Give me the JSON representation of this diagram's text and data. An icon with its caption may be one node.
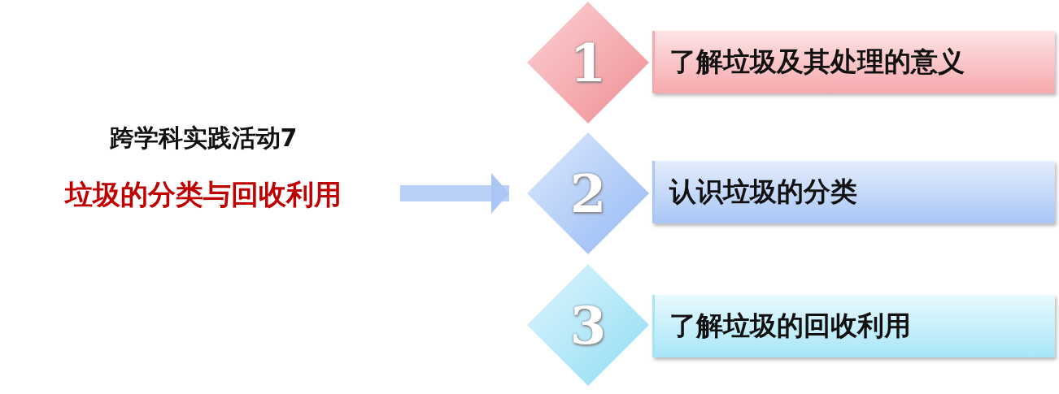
{
  "diagram": {
    "nodes": [
      {
        "text": [
          "跨学科实践活动7",
          "垃圾的分类与回收利用"
        ]
      },
      {
        "text": [
          "1"
        ]
      },
      {
        "text": [
          "了解垃圾及其处理的意义"
        ]
      },
      {
        "text": [
          "2"
        ]
      },
      {
        "text": [
          "认识垃圾的分类"
        ]
      },
      {
        "text": [
          "3"
        ]
      },
      {
        "text": [
          "了解垃圾的回收利用"
        ]
      }
    ],
    "edges": [
      {
        "from": 0,
        "to": 3,
        "arrow": "to"
      }
    ]
  }
}
